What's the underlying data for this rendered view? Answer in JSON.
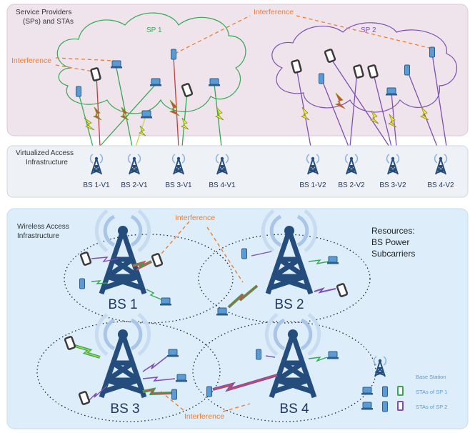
{
  "colors": {
    "top_panel_bg": "#efe4ec",
    "mid_panel_bg": "#eef1f5",
    "bottom_panel_bg": "#ddeefa",
    "sp1": "#34a853",
    "sp2": "#7e4fb0",
    "tower": "#244d7e",
    "signal_ring": "#8fb4de",
    "interference": "#ed7d31"
  },
  "top_panel": {
    "title_line1": "Service Providers",
    "title_line2": "(SPs) and STAs",
    "sp1_label": "SP 1",
    "sp2_label": "SP 2",
    "interference_a": "Interference",
    "interference_b": "Interference"
  },
  "middle_panel": {
    "title_line1": "Virtualized Access",
    "title_line2": "Infrastructure",
    "bs_labels": [
      "BS 1-V1",
      "BS 2-V1",
      "BS 3-V1",
      "BS 4-V1",
      "BS 1-V2",
      "BS 2-V2",
      "BS 3-V2",
      "BS 4-V2"
    ]
  },
  "bottom_panel": {
    "title_line1": "Wireless Access",
    "title_line2": "Infrastructure",
    "interference_top": "Interference",
    "interference_bottom": "Interference",
    "resources_line1": "Resources:",
    "resources_line2": "BS Power",
    "resources_line3": "Subcarriers",
    "bs_labels": [
      "BS 1",
      "BS 2",
      "BS 3",
      "BS 4"
    ],
    "legend": {
      "base_station": "Base Station",
      "stas_sp1": "STAs of SP 1",
      "stas_sp2": "STAs of SP 2"
    }
  }
}
